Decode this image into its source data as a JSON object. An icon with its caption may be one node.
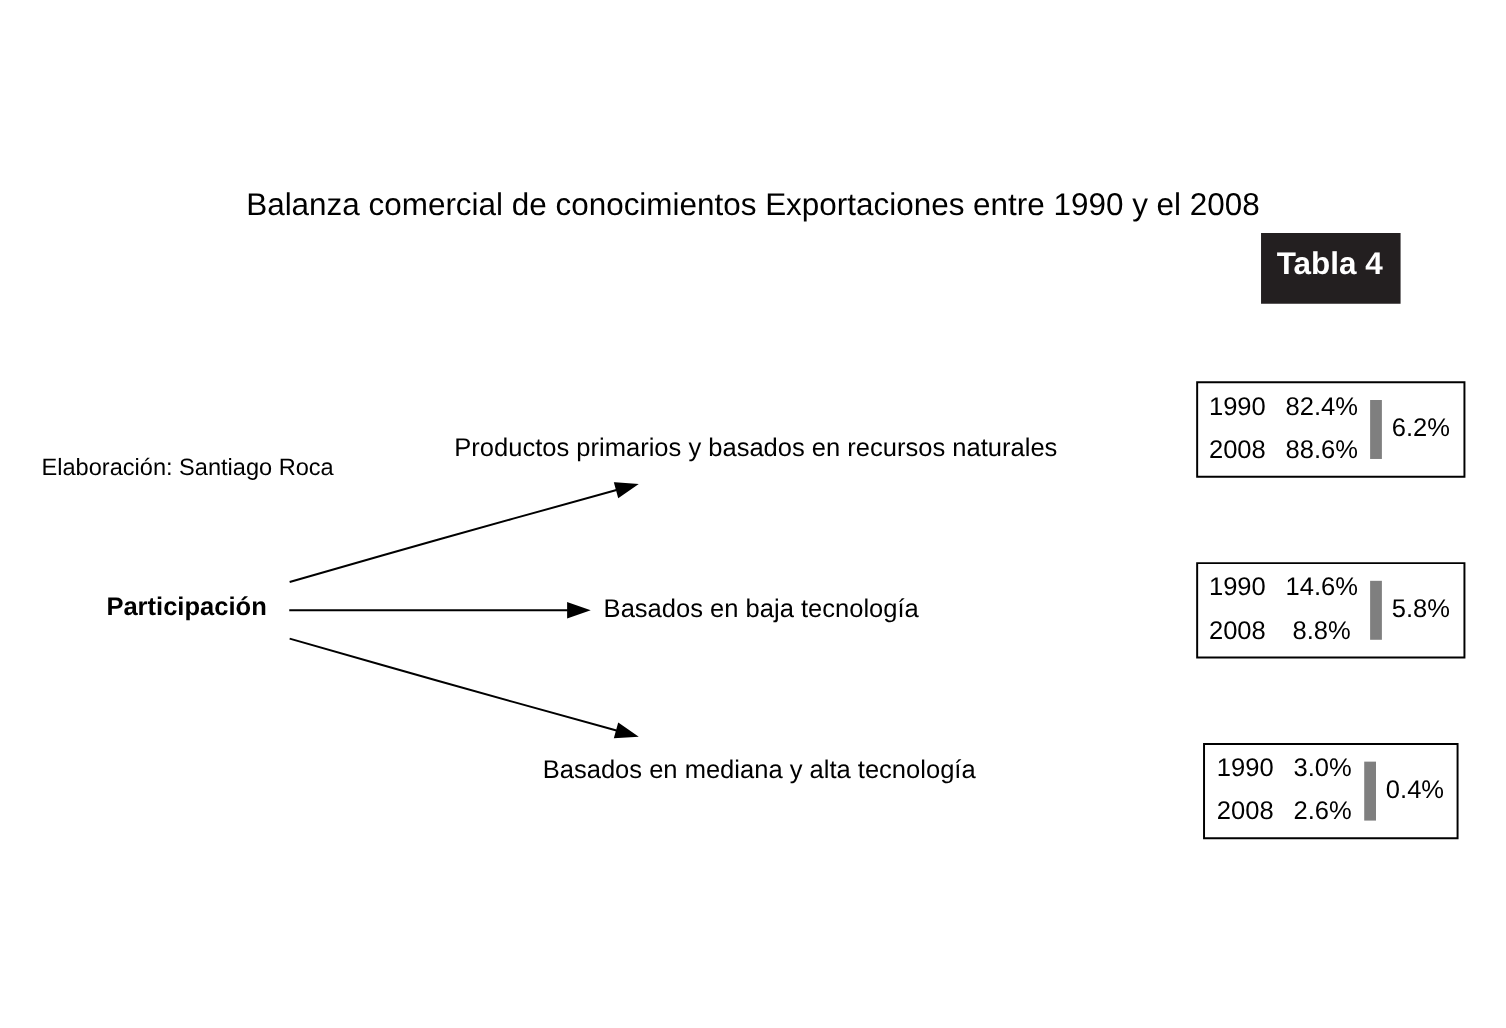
{
  "diagram": {
    "title": "Balanza comercial de conocimientos Exportaciones entre 1990 y el 2008",
    "nodes": [
      {
        "text": [
          "Participación"
        ]
      },
      {
        "text": [
          "Productos primarios y basados en recursos naturales"
        ]
      },
      {
        "text": [
          "Basados en baja tecnología"
        ]
      },
      {
        "text": [
          "Basados en mediana y alta tecnología"
        ]
      },
      {
        "text": [
          "1990",
          "82.4%",
          "2008",
          "88.6%",
          "6.2%"
        ]
      },
      {
        "text": [
          "1990",
          "14.6%",
          "2008",
          "8.8%",
          "5.8%"
        ]
      },
      {
        "text": [
          "1990",
          "3.0%",
          "2008",
          "2.6%",
          "0.4%"
        ]
      }
    ],
    "edges": [
      {
        "from": 0,
        "to": 1,
        "arrow": "to"
      },
      {
        "from": 0,
        "to": 2,
        "arrow": "to"
      },
      {
        "from": 0,
        "to": 3,
        "arrow": "to"
      }
    ],
    "labels": [
      "Tabla 4",
      "Elaboración: Santiago Roca"
    ]
  }
}
